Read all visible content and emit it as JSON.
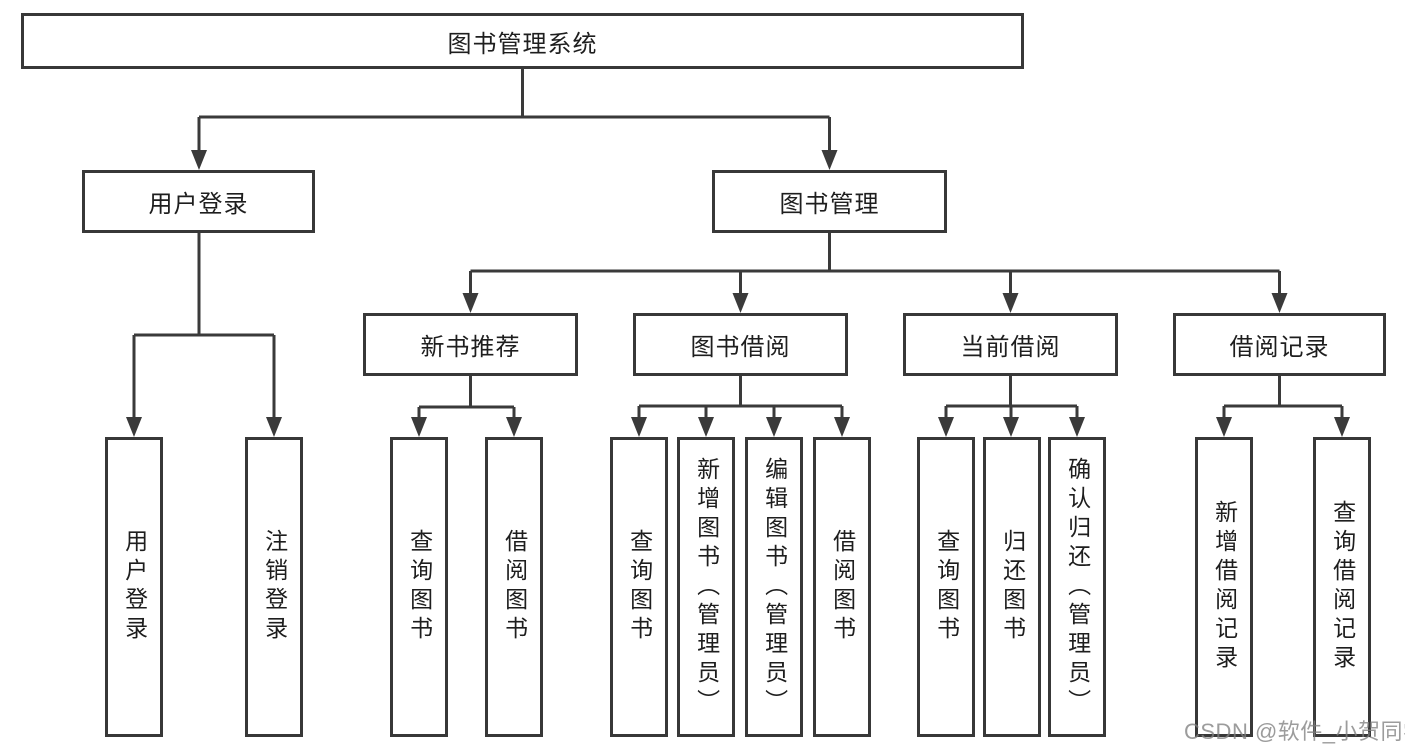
{
  "tree": {
    "root_label": "图书管理系统",
    "branches": [
      {
        "label": "用户登录",
        "children": [
          "用户登录",
          "注销登录"
        ]
      },
      {
        "label": "图书管理",
        "sections": [
          {
            "label": "新书推荐",
            "children": [
              "查询图书",
              "借阅图书"
            ]
          },
          {
            "label": "图书借阅",
            "children": [
              "查询图书",
              "新增图书（管理员）",
              "编辑图书（管理员）",
              "借阅图书"
            ]
          },
          {
            "label": "当前借阅",
            "children": [
              "查询图书",
              "归还图书",
              "确认归还（管理员）"
            ]
          },
          {
            "label": "借阅记录",
            "children": [
              "新增借阅记录",
              "查询借阅记录"
            ]
          }
        ]
      }
    ]
  },
  "watermark": {
    "text": "CSDN @软件_小贺同学"
  },
  "colors": {
    "line": "#3a3a3a",
    "border": "#383838",
    "text": "#1e1e1e",
    "watermark": "#808080",
    "background": "#ffffff"
  }
}
